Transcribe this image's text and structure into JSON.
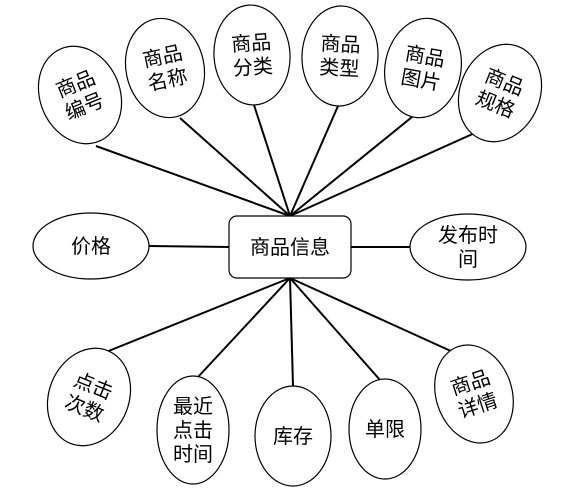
{
  "center": {
    "lines": [
      "商品信息"
    ]
  },
  "attributes": [
    {
      "id": "goods-number",
      "lines": [
        "商品",
        "编号"
      ]
    },
    {
      "id": "goods-name",
      "lines": [
        "商品",
        "名称"
      ]
    },
    {
      "id": "goods-category",
      "lines": [
        "商品",
        "分类"
      ]
    },
    {
      "id": "goods-type",
      "lines": [
        "商品",
        "类型"
      ]
    },
    {
      "id": "goods-image",
      "lines": [
        "商品",
        "图片"
      ]
    },
    {
      "id": "goods-spec",
      "lines": [
        "商品",
        "规格"
      ]
    },
    {
      "id": "price",
      "lines": [
        "价格"
      ]
    },
    {
      "id": "publish-time",
      "lines": [
        "发布时",
        "间"
      ]
    },
    {
      "id": "click-count",
      "lines": [
        "点击",
        "次数"
      ]
    },
    {
      "id": "last-click-time",
      "lines": [
        "最近",
        "点击",
        "时间"
      ]
    },
    {
      "id": "stock",
      "lines": [
        "库存"
      ]
    },
    {
      "id": "purchase-limit",
      "lines": [
        "单限"
      ]
    },
    {
      "id": "goods-detail",
      "lines": [
        "商品",
        "详情"
      ]
    }
  ]
}
